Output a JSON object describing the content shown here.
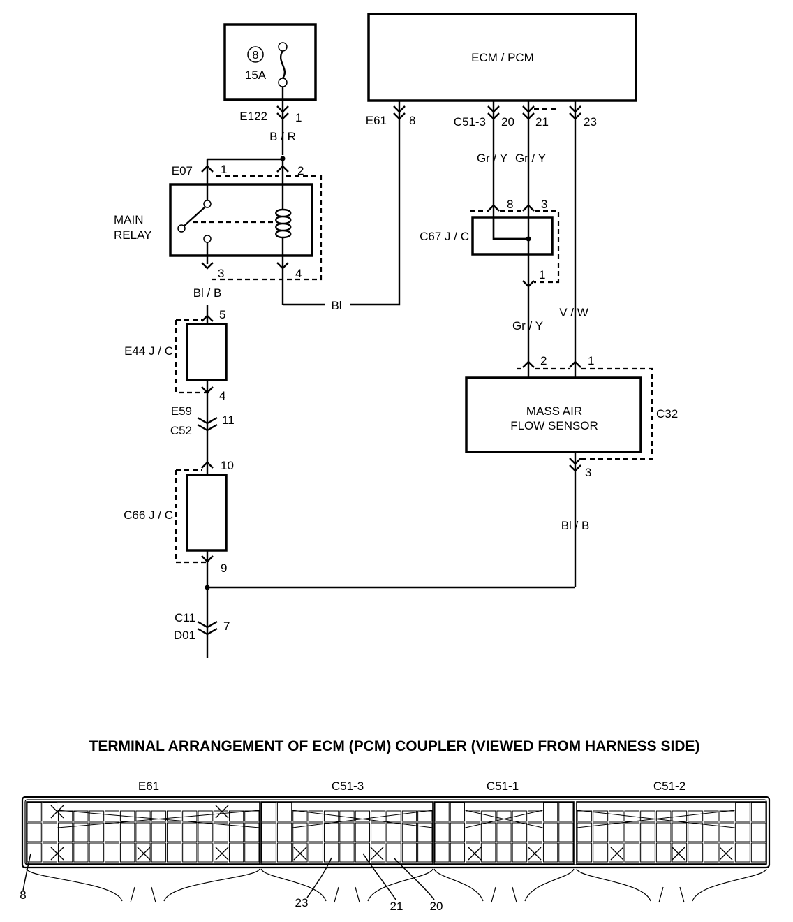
{
  "fuse": {
    "number": "8",
    "rating": "15A"
  },
  "ecm_label": "ECM / PCM",
  "main_relay": {
    "line1": "MAIN",
    "line2": "RELAY"
  },
  "maf": {
    "line1": "MASS AIR",
    "line2": "FLOW SENSOR",
    "connector": "C32"
  },
  "connectors": {
    "E122": "E122",
    "E07": "E07",
    "E61": "E61",
    "C51_3": "C51-3",
    "E44": "E44 J / C",
    "E59": "E59",
    "C52": "C52",
    "C66": "C66 J / C",
    "C67": "C67 J / C",
    "C11": "C11",
    "D01": "D01"
  },
  "pins": {
    "e122_1": "1",
    "e07_1": "1",
    "e07_2": "2",
    "relay_3": "3",
    "relay_4": "4",
    "e61_8": "8",
    "c51_20": "20",
    "c51_21": "21",
    "c51_23": "23",
    "c67_8": "8",
    "c67_3": "3",
    "c67_1": "1",
    "e44_5": "5",
    "e44_4": "4",
    "e59_11": "11",
    "c66_10": "10",
    "c66_9": "9",
    "c11_7": "7",
    "maf_2": "2",
    "maf_1": "1",
    "maf_3": "3"
  },
  "wire_colors": {
    "br": "B / R",
    "blb_left": "Bl / B",
    "bl": "Bl",
    "gry_20": "Gr / Y",
    "gry_21": "Gr / Y",
    "gry_mid": "Gr / Y",
    "vw": "V / W",
    "blb_right": "Bl / B"
  },
  "terminal_section": {
    "title": "TERMINAL ARRANGEMENT OF ECM (PCM) COUPLER (VIEWED FROM HARNESS SIDE)",
    "coupler_labels": [
      "E61",
      "C51-3",
      "C51-1",
      "C51-2"
    ],
    "callouts": {
      "e61_8": "8",
      "c51_23": "23",
      "c51_21": "21",
      "c51_20": "20"
    }
  }
}
